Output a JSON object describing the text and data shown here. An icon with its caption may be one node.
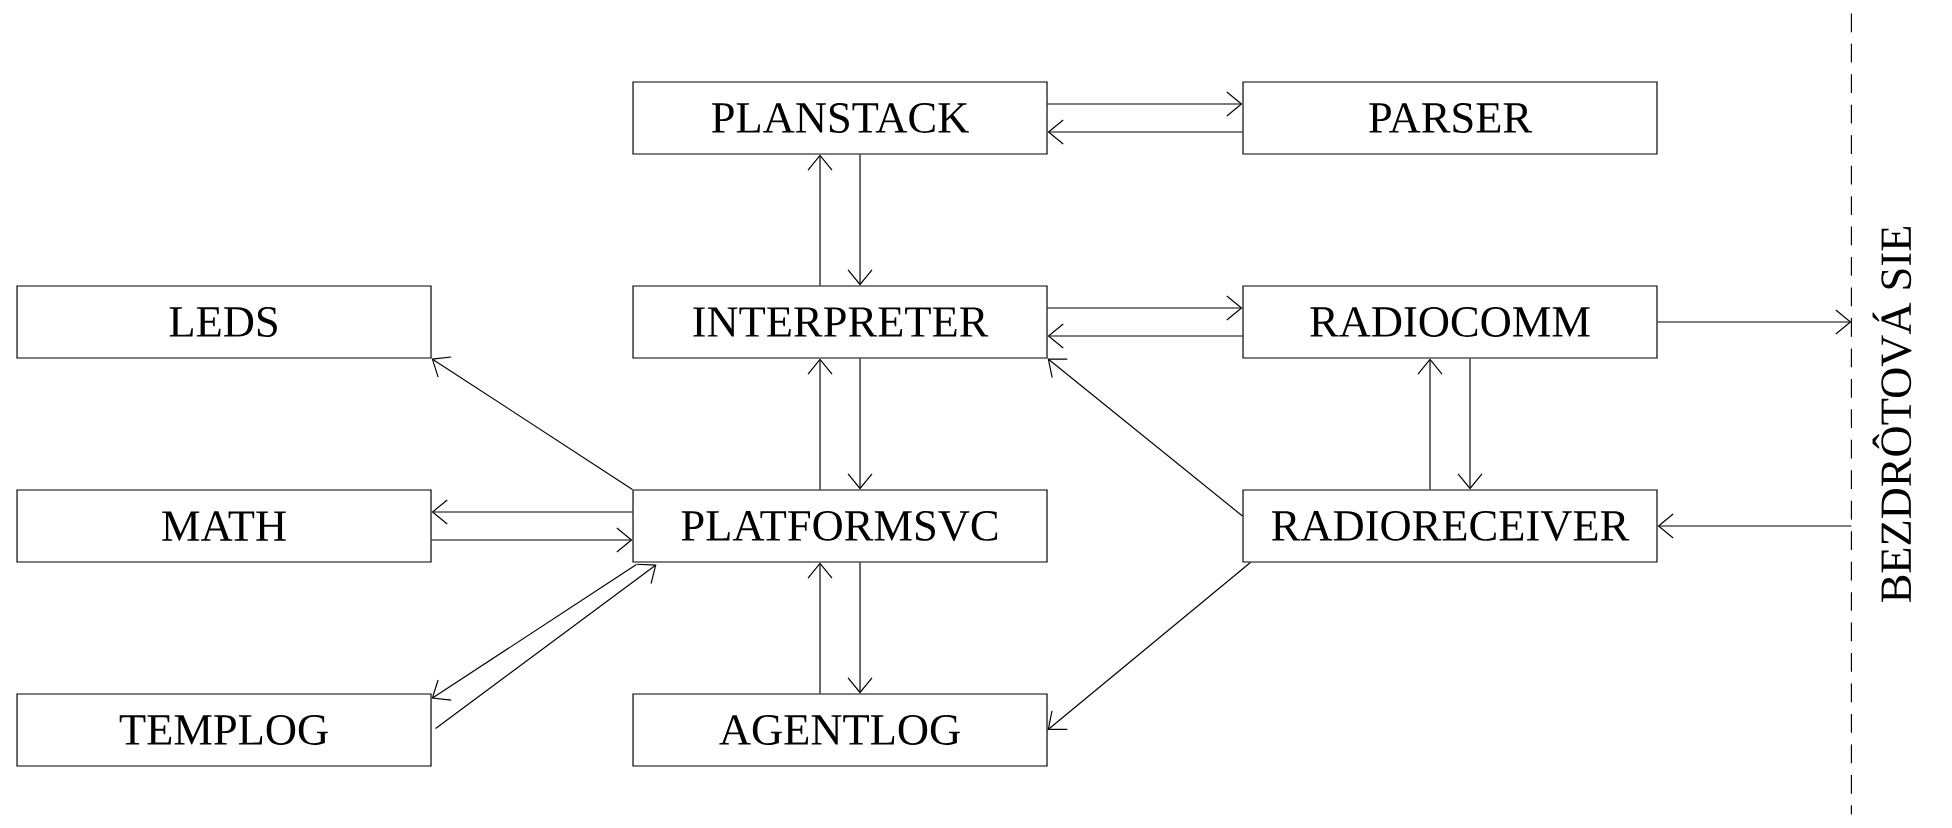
{
  "diagram": {
    "nodes": [
      {
        "text": [
          "PLANSTACK"
        ]
      },
      {
        "text": [
          "PARSER"
        ]
      },
      {
        "text": [
          "LEDS"
        ]
      },
      {
        "text": [
          "INTERPRETER"
        ]
      },
      {
        "text": [
          "RADIOCOMM"
        ]
      },
      {
        "text": [
          "MATH"
        ]
      },
      {
        "text": [
          "PLATFORMSVC"
        ]
      },
      {
        "text": [
          "RADIORECEIVER"
        ]
      },
      {
        "text": [
          "TEMPLOG"
        ]
      },
      {
        "text": [
          "AGENTLOG"
        ]
      },
      {
        "text": [
          "BEZDRÔTOVÁ SIE"
        ]
      }
    ],
    "edges": [
      {
        "from": 0,
        "to": 1,
        "arrow": "to"
      },
      {
        "from": 1,
        "to": 0,
        "arrow": "to"
      },
      {
        "from": 3,
        "to": 0,
        "arrow": "to"
      },
      {
        "from": 0,
        "to": 3,
        "arrow": "to"
      },
      {
        "from": 3,
        "to": 4,
        "arrow": "to"
      },
      {
        "from": 4,
        "to": 3,
        "arrow": "to"
      },
      {
        "from": 6,
        "to": 3,
        "arrow": "to"
      },
      {
        "from": 3,
        "to": 6,
        "arrow": "to"
      },
      {
        "from": 7,
        "to": 4,
        "arrow": "to"
      },
      {
        "from": 4,
        "to": 7,
        "arrow": "to"
      },
      {
        "from": 6,
        "to": 2,
        "arrow": "to"
      },
      {
        "from": 6,
        "to": 5,
        "arrow": "to"
      },
      {
        "from": 5,
        "to": 6,
        "arrow": "to"
      },
      {
        "from": 6,
        "to": 8,
        "arrow": "to"
      },
      {
        "from": 8,
        "to": 6,
        "arrow": "to"
      },
      {
        "from": 9,
        "to": 6,
        "arrow": "to"
      },
      {
        "from": 6,
        "to": 9,
        "arrow": "to"
      },
      {
        "from": 7,
        "to": 3,
        "arrow": "to"
      },
      {
        "from": 7,
        "to": 9,
        "arrow": "to"
      },
      {
        "from": 4,
        "to": 10,
        "arrow": "to"
      },
      {
        "from": 10,
        "to": 7,
        "arrow": "to"
      }
    ]
  }
}
